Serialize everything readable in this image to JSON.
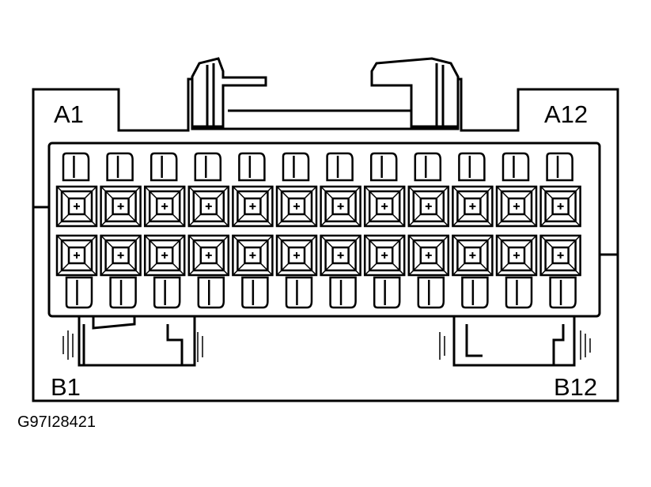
{
  "labels": {
    "a1": "A1",
    "a12": "A12",
    "b1": "B1",
    "b12": "B12"
  },
  "figure_code": "G97I28421",
  "colors": {
    "line": "#000000",
    "background": "#ffffff"
  },
  "connector": {
    "columns": 12,
    "rows": [
      "latch-row-top",
      "terminal-row-a",
      "terminal-row-b",
      "latch-row-bottom"
    ]
  }
}
